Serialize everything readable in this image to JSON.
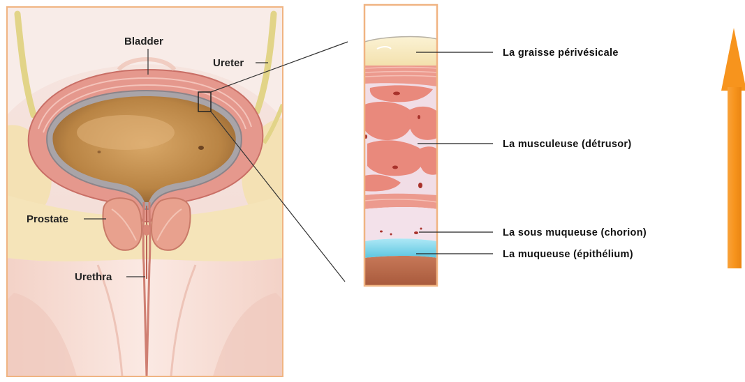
{
  "anatomy_labels": {
    "bladder": "Bladder",
    "ureter": "Ureter",
    "prostate": "Prostate",
    "urethra": "Urethra"
  },
  "layers": [
    {
      "key": "perivesical_fat",
      "label": "La graisse périvésicale"
    },
    {
      "key": "muscularis",
      "label": "La musculeuse (détrusor)"
    },
    {
      "key": "submucosa",
      "label": "La sous muqueuse (chorion)"
    },
    {
      "key": "mucosa",
      "label": "La muqueuse (épithélium)"
    }
  ],
  "colors": {
    "frame_border": "#f0b482",
    "fat": "#f7e8bf",
    "muscle": "#e88f83",
    "muscle_light": "#f3c0b7",
    "submucosa": "#f3dfe8",
    "mucosa": "#7fd7ec",
    "bladder_lumen": "#c9924f",
    "arrow": "#f7941d"
  },
  "arrow_icon": "arrow-up-icon"
}
